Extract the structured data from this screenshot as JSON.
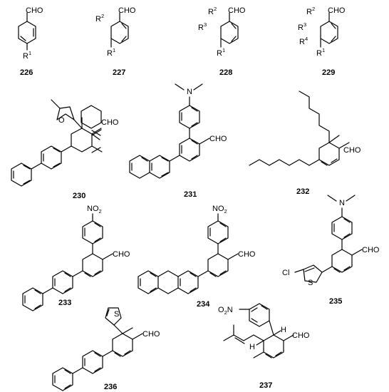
{
  "compounds": [
    {
      "number": "226",
      "labels": {
        "cho": "CHO",
        "r1": "R"
      }
    },
    {
      "number": "227",
      "labels": {
        "cho": "CHO",
        "r1": "R",
        "r2": "R"
      }
    },
    {
      "number": "228",
      "labels": {
        "cho": "CHO",
        "r1": "R",
        "r2": "R",
        "r3": "R"
      }
    },
    {
      "number": "229",
      "labels": {
        "cho": "CHO",
        "r2": "R",
        "r3": "R",
        "r4": "R",
        "r1": "R"
      }
    },
    {
      "number": "230",
      "labels": {
        "cho": "CHO",
        "o": "O"
      }
    },
    {
      "number": "231",
      "labels": {
        "cho": "CHO",
        "n": "N"
      }
    },
    {
      "number": "232",
      "labels": {
        "cho": "CHO"
      }
    },
    {
      "number": "233",
      "labels": {
        "cho": "CHO",
        "no2": "NO"
      }
    },
    {
      "number": "234",
      "labels": {
        "cho": "CHO",
        "no2": "NO"
      }
    },
    {
      "number": "235",
      "labels": {
        "cho": "CHO",
        "n": "N",
        "cl": "Cl",
        "s": "S"
      }
    },
    {
      "number": "236",
      "labels": {
        "cho": "CHO",
        "s": "S"
      }
    },
    {
      "number": "237",
      "labels": {
        "cho": "CHO",
        "o2n": "O",
        "n": "N",
        "h1": "H",
        "h2": "H"
      }
    }
  ],
  "subscripts": {
    "one": "1",
    "two": "2",
    "three": "3",
    "four": "4"
  }
}
